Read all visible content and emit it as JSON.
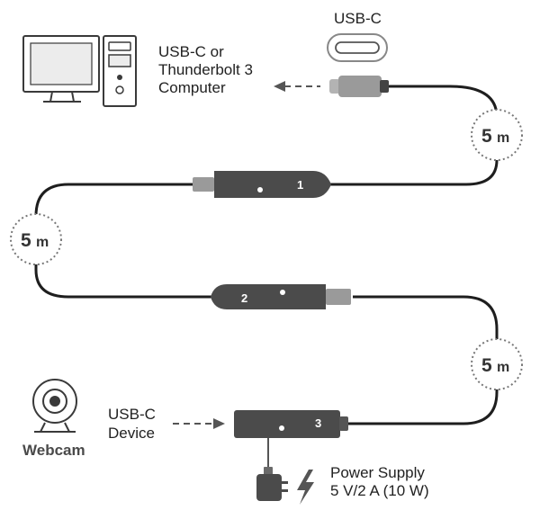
{
  "labels": {
    "usbc_top": "USB-C",
    "computer_line1": "USB-C or",
    "computer_line2": "Thunderbolt 3",
    "computer_line3": "Computer",
    "device_line1": "USB-C",
    "device_line2": "Device",
    "webcam": "Webcam",
    "power_line1": "Power Supply",
    "power_line2": "5 V/2 A (10 W)"
  },
  "segments": [
    {
      "value": "5",
      "unit": "m"
    },
    {
      "value": "5",
      "unit": "m"
    },
    {
      "value": "5",
      "unit": "m"
    }
  ],
  "modules": [
    {
      "number": "1"
    },
    {
      "number": "2"
    },
    {
      "number": "3"
    }
  ],
  "colors": {
    "cable": "#1e1e1e",
    "module": "#4b4b4b",
    "connector": "#9a9a9a",
    "icon_stroke": "#3a3a3a",
    "dotted_circle": "#777777"
  },
  "icons": [
    "computer-icon",
    "usb-c-port-icon",
    "webcam-icon",
    "power-adapter-icon",
    "lightning-icon"
  ]
}
